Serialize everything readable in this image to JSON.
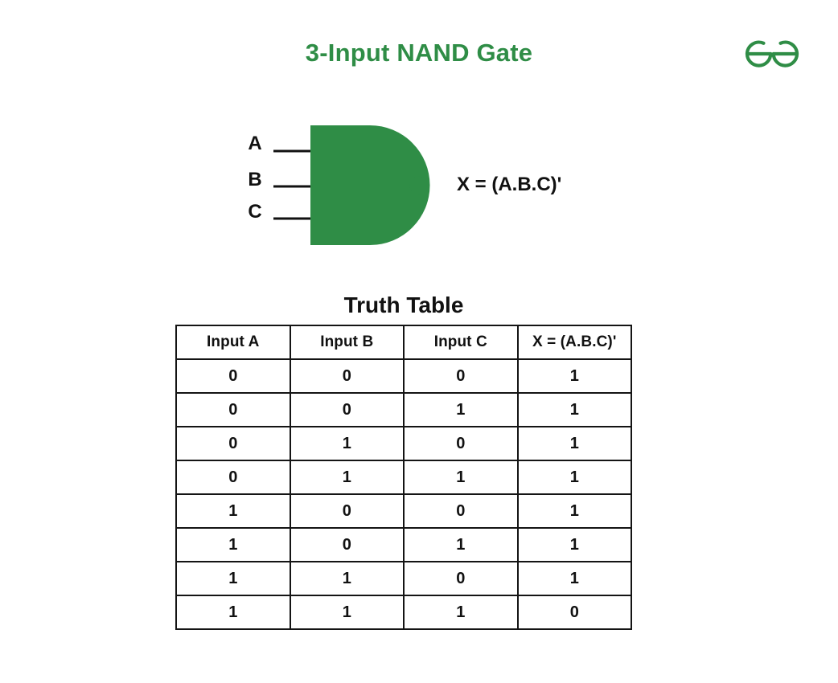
{
  "header": {
    "title": "3-Input NAND Gate",
    "title_color": "#2f8d46",
    "logo_name": "geeksforgeeks-logo"
  },
  "diagram": {
    "gate_type": "NAND",
    "gate_color": "#2f8d46",
    "inputs": [
      {
        "label": "A"
      },
      {
        "label": "B"
      },
      {
        "label": "C"
      }
    ],
    "output_label": "X = (A.B.C)'"
  },
  "truth_table": {
    "caption": "Truth Table",
    "columns": [
      "Input A",
      "Input B",
      "Input C",
      "X = (A.B.C)'"
    ],
    "rows": [
      [
        "0",
        "0",
        "0",
        "1"
      ],
      [
        "0",
        "0",
        "1",
        "1"
      ],
      [
        "0",
        "1",
        "0",
        "1"
      ],
      [
        "0",
        "1",
        "1",
        "1"
      ],
      [
        "1",
        "0",
        "0",
        "1"
      ],
      [
        "1",
        "0",
        "1",
        "1"
      ],
      [
        "1",
        "1",
        "0",
        "1"
      ],
      [
        "1",
        "1",
        "1",
        "0"
      ]
    ]
  }
}
